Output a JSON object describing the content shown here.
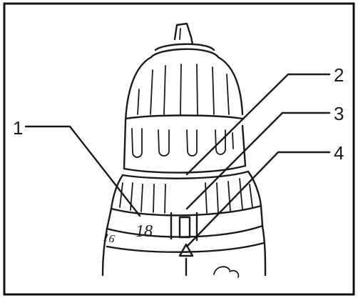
{
  "callouts": [
    {
      "number": "1"
    },
    {
      "number": "2"
    },
    {
      "number": "3"
    },
    {
      "number": "4"
    }
  ],
  "ring_numbers": [
    "16",
    "18"
  ],
  "colors": {
    "line": "#1a1a1a",
    "background": "#ffffff"
  }
}
